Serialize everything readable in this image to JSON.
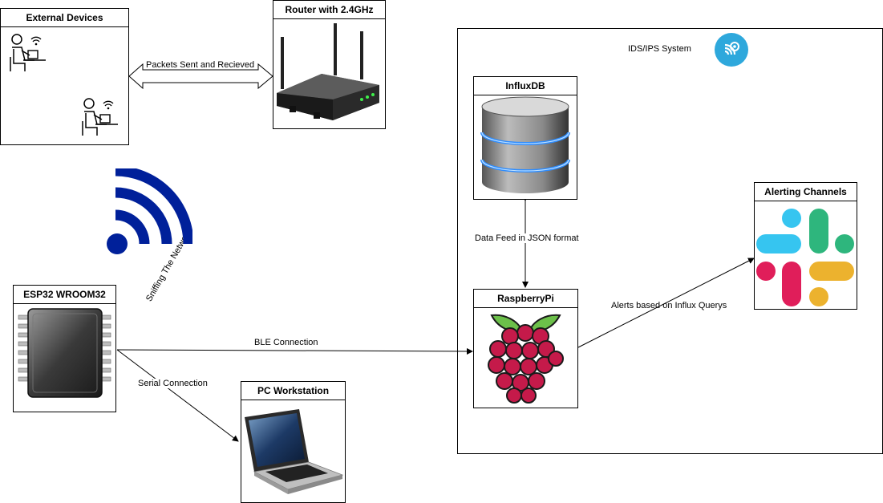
{
  "nodes": {
    "external_devices": "External Devices",
    "router": "Router with 2.4GHz",
    "esp32": "ESP32 WROOM32",
    "pc": "PC Workstation",
    "influxdb": "InfluxDB",
    "raspberrypi": "RaspberryPi",
    "alerting": "Alerting Channels",
    "ids_ips": "IDS/IPS System"
  },
  "edges": {
    "packets": "Packets Sent and Recieved",
    "sniffing": "Sniffing The Network",
    "ble": "BLE Connection",
    "serial": "Serial Connection",
    "data_feed": "Data Feed in JSON format",
    "alerts": "Alerts based on Influx Querys"
  },
  "icons": [
    "person-laptop-icon",
    "router-icon",
    "wifi-icon",
    "chip-icon",
    "laptop-icon",
    "database-icon",
    "raspberry-icon",
    "slack-icon",
    "ids-wifi-icon"
  ],
  "colors": {
    "wifi": "#00209a",
    "ids_badge": "#2ea8dc",
    "slack_blue": "#36c5f0",
    "slack_green": "#2eb67d",
    "slack_red": "#e01e5a",
    "slack_yellow": "#ecb22e",
    "raspberry": "#c51a4a",
    "leaf": "#6cc04a"
  }
}
